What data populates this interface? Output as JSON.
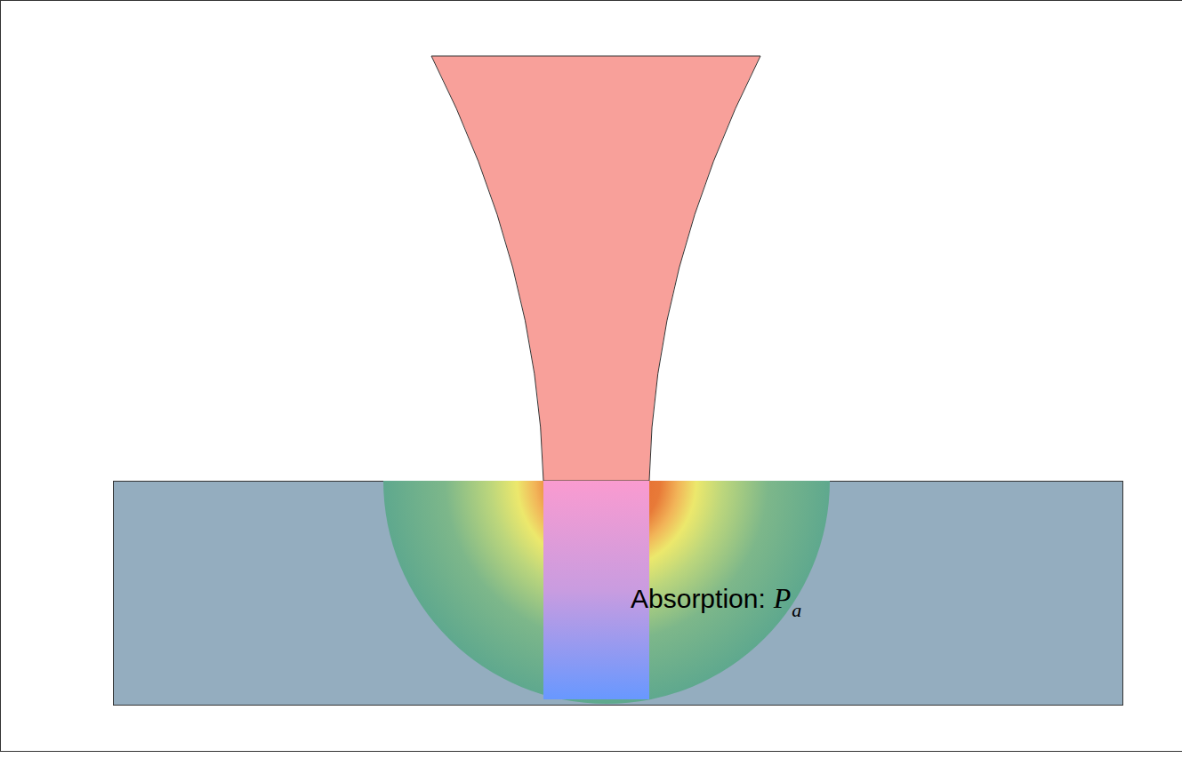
{
  "diagram": {
    "labels": [
      "Absorption:",
      "P",
      "a"
    ]
  }
}
